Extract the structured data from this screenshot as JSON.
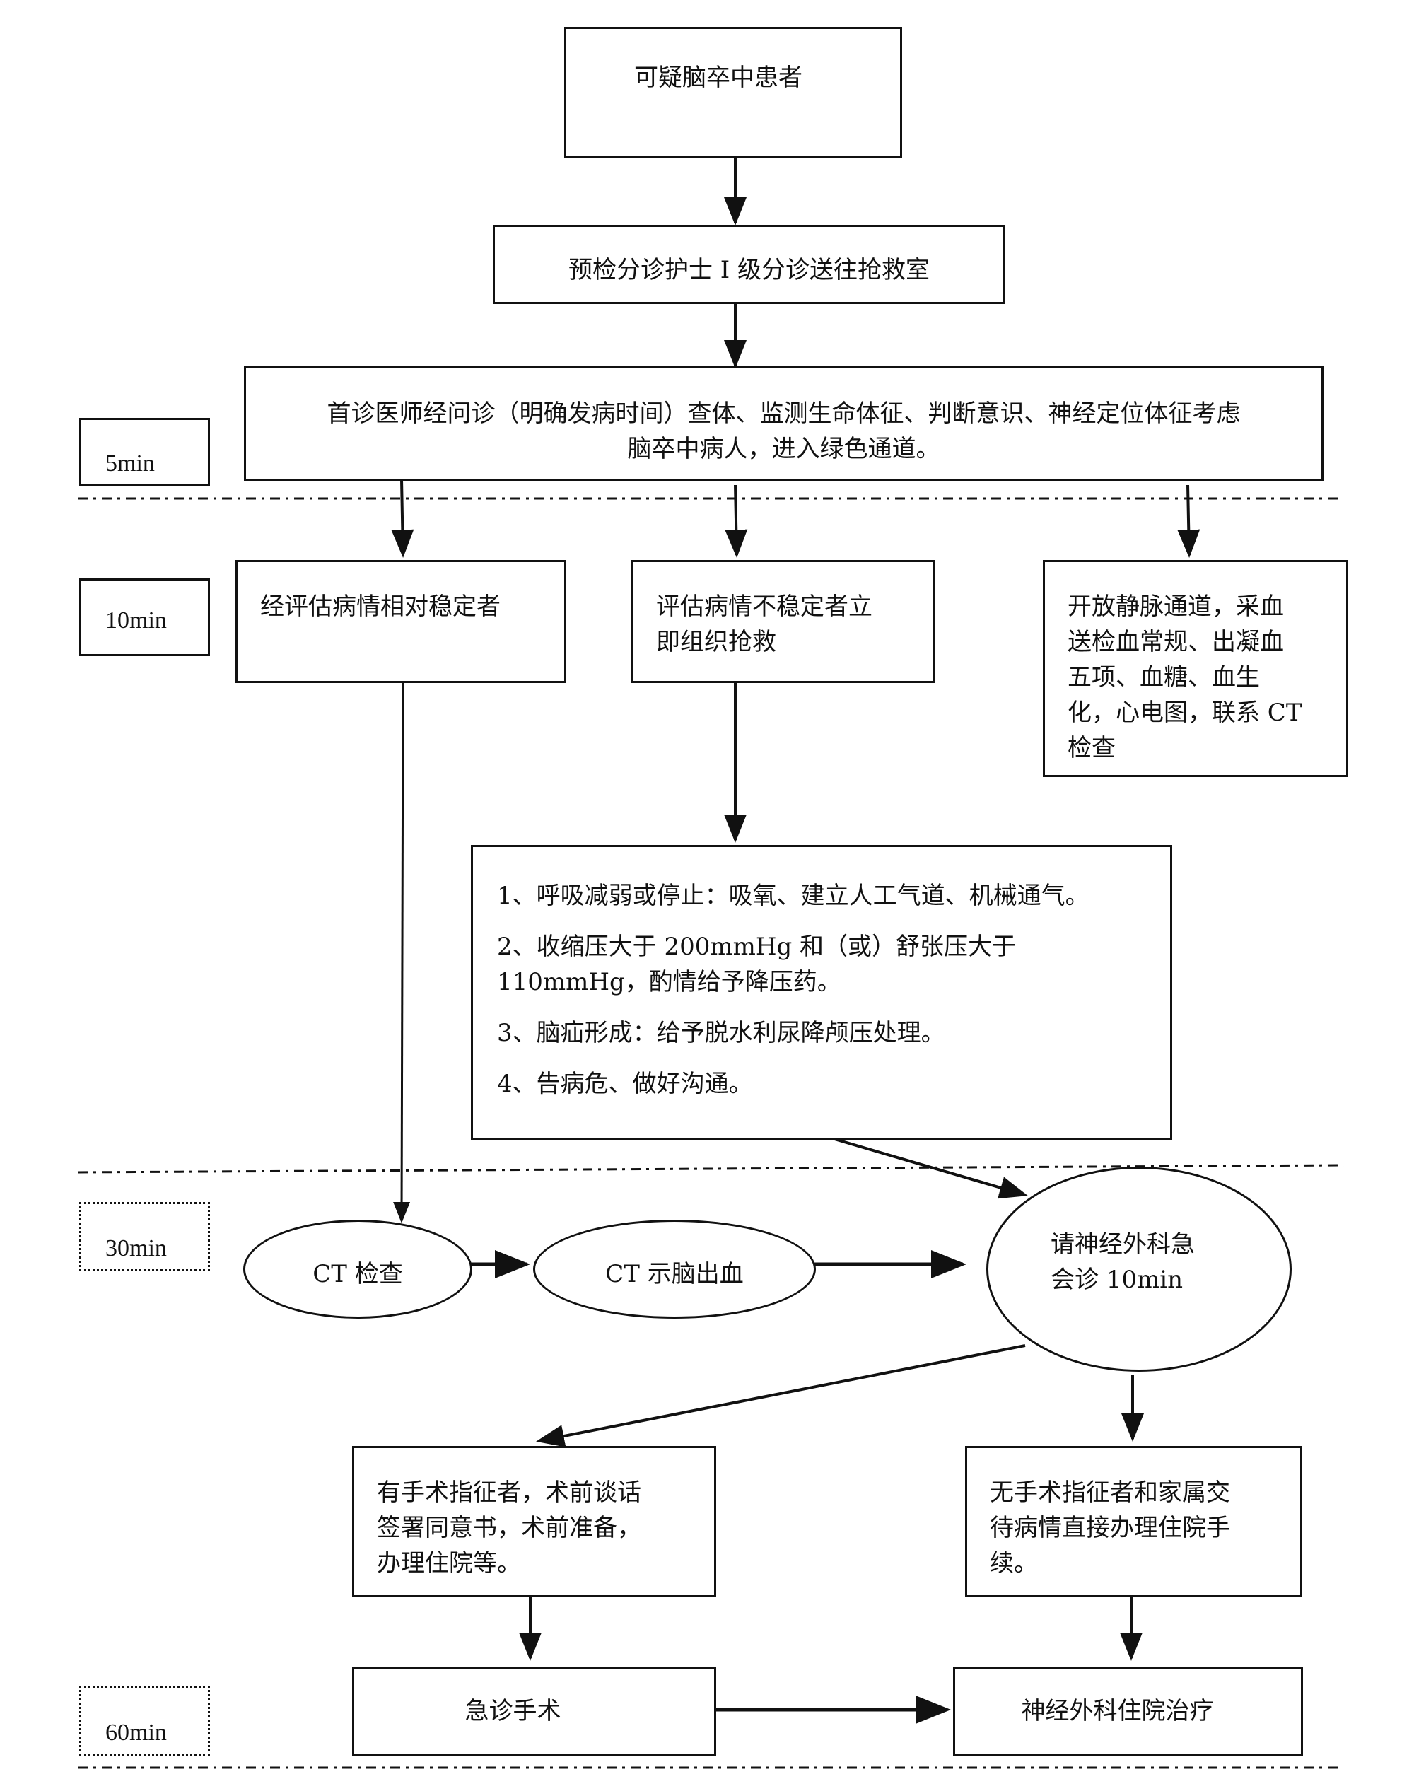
{
  "timeline": {
    "t5": "5min",
    "t10": "10min",
    "t30": "30min",
    "t60": "60min"
  },
  "nodes": {
    "start": "可疑脑卒中患者",
    "triage": "预检分诊护士 I 级分诊送往抢救室",
    "first_doctor_line1": "首诊医师经问诊（明确发病时间）查体、监测生命体征、判断意识、神经定位体征考虑",
    "first_doctor_line2": "脑卒中病人，进入绿色通道。",
    "stable": "经评估病情相对稳定者",
    "unstable_line1": "评估病情不稳定者立",
    "unstable_line2": "即组织抢救",
    "iv_lines": [
      "开放静脉通道，采血",
      "送检血常规、出凝血",
      "五项、血糖、血生",
      "化，心电图，联系 CT",
      "检查"
    ],
    "rescue_items": [
      "1、呼吸减弱或停止：吸氧、建立人工气道、机械通气。",
      "2、收缩压大于 200mmHg 和（或）舒张压大于 110mmHg，酌情给予降压药。",
      "3、脑疝形成：给予脱水利尿降颅压处理。",
      "4、告病危、做好沟通。"
    ],
    "ct_exam": "CT 检查",
    "ct_bleed": "CT 示脑出血",
    "consult_line1": "请神经外科急",
    "consult_line2": "会诊 10min",
    "surgery_indicated_lines": [
      "有手术指征者，术前谈话",
      "签署同意书，术前准备，",
      "办理住院等。"
    ],
    "no_surgery_lines": [
      "无手术指征者和家属交",
      "待病情直接办理住院手",
      "续。"
    ],
    "emergency_surgery": "急诊手术",
    "admission": "神经外科住院治疗"
  }
}
